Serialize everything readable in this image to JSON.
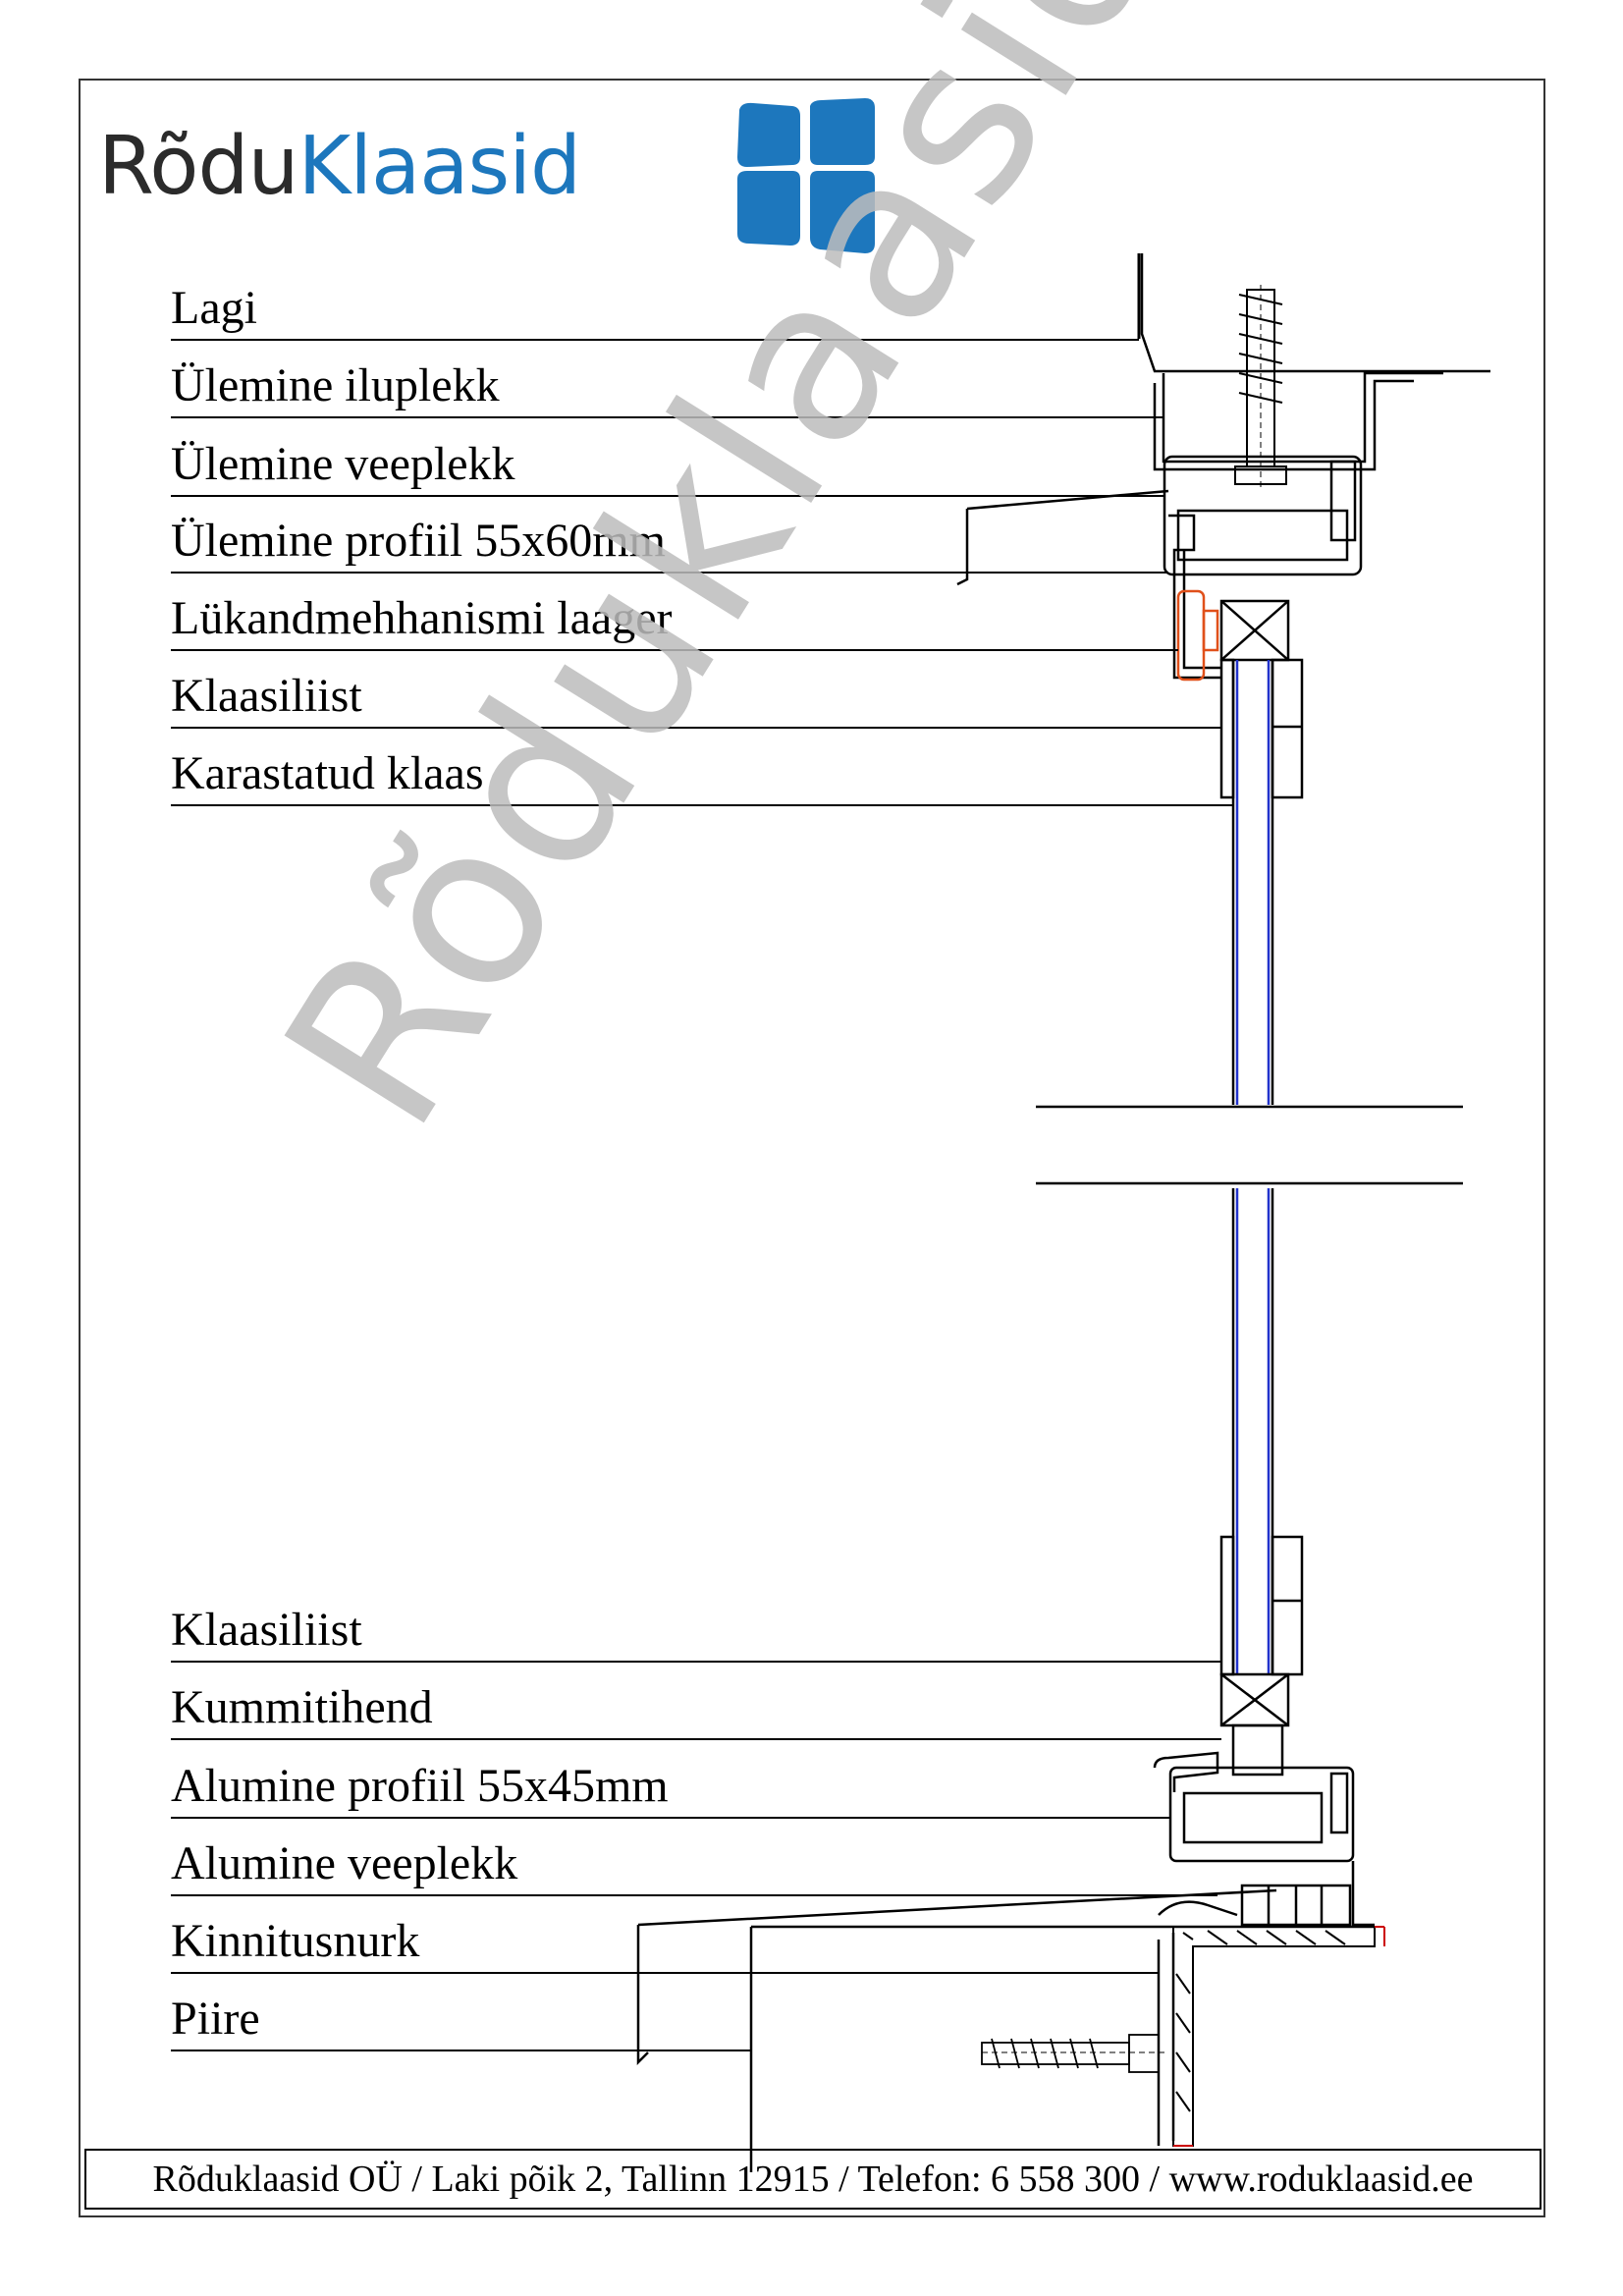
{
  "brand": {
    "name_part1": "Rõdu",
    "name_part2": "Klaasid",
    "colors": {
      "text_dark": "#2b2b2b",
      "blue": "#1d77bd"
    }
  },
  "top_labels": [
    "Lagi",
    "Ülemine iluplekk",
    "Ülemine veeplekk",
    "Ülemine profiil 55x60mm",
    "Lükandmehhanismi laager",
    "Klaasiliist",
    "Karastatud klaas"
  ],
  "bottom_labels": [
    "Klaasiliist",
    "Kummitihend",
    "Alumine profiil 55x45mm",
    "Alumine veeplekk",
    "Kinnitusnurk",
    "Piire"
  ],
  "watermark": "Rõduklaasid.ee",
  "footer": "Rõduklaasid OÜ / Laki põik 2, Tallinn 12915 / Telefon: 6 558 300 / www.roduklaasid.ee",
  "colors": {
    "glass_line": "#2233cc",
    "bearing": "#e0501a",
    "section_line": "#000000",
    "watermark": "#bdbdbd"
  }
}
